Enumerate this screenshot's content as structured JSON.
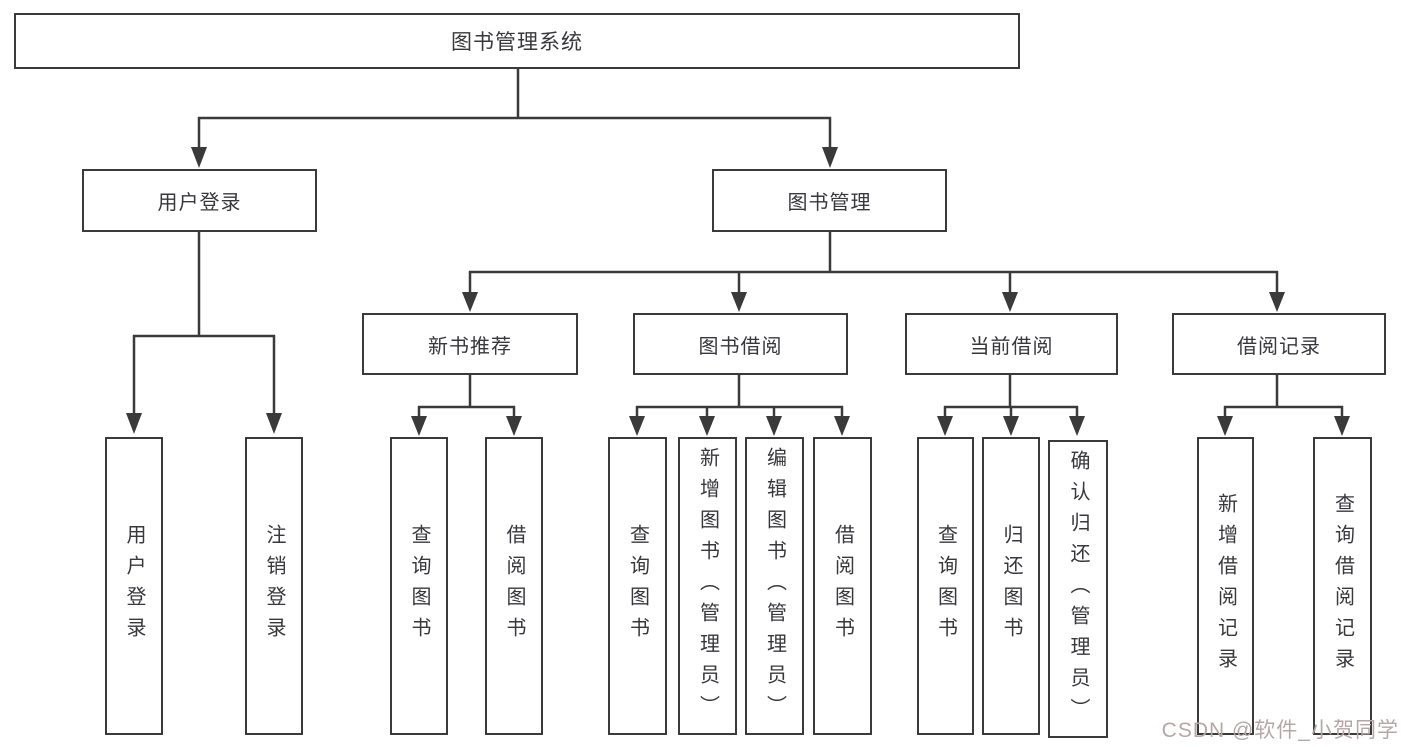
{
  "diagram_title": "图书管理系统",
  "tree": {
    "label": "图书管理系统",
    "children": [
      {
        "label": "用户登录",
        "children": [
          {
            "label": "用户登录"
          },
          {
            "label": "注销登录"
          }
        ]
      },
      {
        "label": "图书管理",
        "children": [
          {
            "label": "新书推荐",
            "children": [
              {
                "label": "查询图书"
              },
              {
                "label": "借阅图书"
              }
            ]
          },
          {
            "label": "图书借阅",
            "children": [
              {
                "label": "查询图书"
              },
              {
                "label": "新增图书（管理员）"
              },
              {
                "label": "编辑图书（管理员）"
              },
              {
                "label": "借阅图书"
              }
            ]
          },
          {
            "label": "当前借阅",
            "children": [
              {
                "label": "查询图书"
              },
              {
                "label": "归还图书"
              },
              {
                "label": "确认归还（管理员）"
              }
            ]
          },
          {
            "label": "借阅记录",
            "children": [
              {
                "label": "新增借阅记录"
              },
              {
                "label": "查询借阅记录"
              }
            ]
          }
        ]
      }
    ]
  },
  "watermark": {
    "text": "CSDN @软件_小贺同学"
  },
  "colors": {
    "line": "#3a3a3a",
    "box_border": "#3a3a3a",
    "text": "#38383c",
    "watermark": "#b5a7a7",
    "background": "#ffffff"
  }
}
